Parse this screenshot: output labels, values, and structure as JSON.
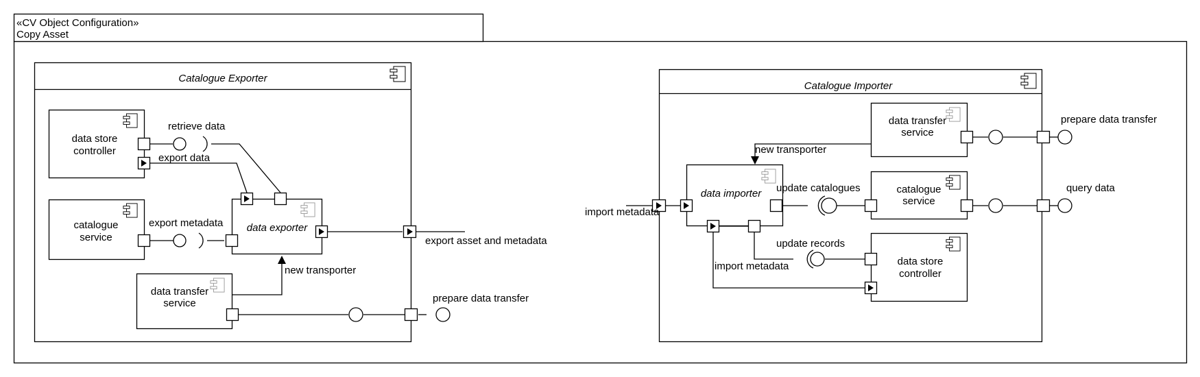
{
  "frame": {
    "stereotype": "«CV Object Configuration»",
    "name": "Copy Asset"
  },
  "exporter": {
    "title": "Catalogue Exporter",
    "parts": {
      "data_store_controller": [
        "data store",
        "controller"
      ],
      "catalogue_service": [
        "catalogue",
        "service"
      ],
      "data_exporter": "data exporter",
      "data_transfer_service": [
        "data transfer",
        "service"
      ]
    },
    "labels": {
      "retrieve_data": "retrieve data",
      "export_data": "export data",
      "export_metadata": "export metadata",
      "new_transporter": "new transporter",
      "export_asset_and_metadata": "export asset and metadata",
      "prepare_data_transfer": "prepare data transfer"
    }
  },
  "importer": {
    "title": "Catalogue Importer",
    "parts": {
      "data_transfer_service": [
        "data transfer",
        "service"
      ],
      "data_importer": "data importer",
      "catalogue_service": [
        "catalogue",
        "service"
      ],
      "data_store_controller": [
        "data store",
        "controller"
      ]
    },
    "labels": {
      "new_transporter": "new transporter",
      "prepare_data_transfer": "prepare data transfer",
      "update_catalogues": "update catalogues",
      "query_data": "query data",
      "import_metadata_in": "import metadata",
      "update_records": "update records",
      "import_metadata_internal": "import metadata"
    }
  },
  "icons": [
    "component-icon",
    "port-square",
    "service-port-triangle",
    "provided-interface-lollipop",
    "required-interface-socket"
  ]
}
